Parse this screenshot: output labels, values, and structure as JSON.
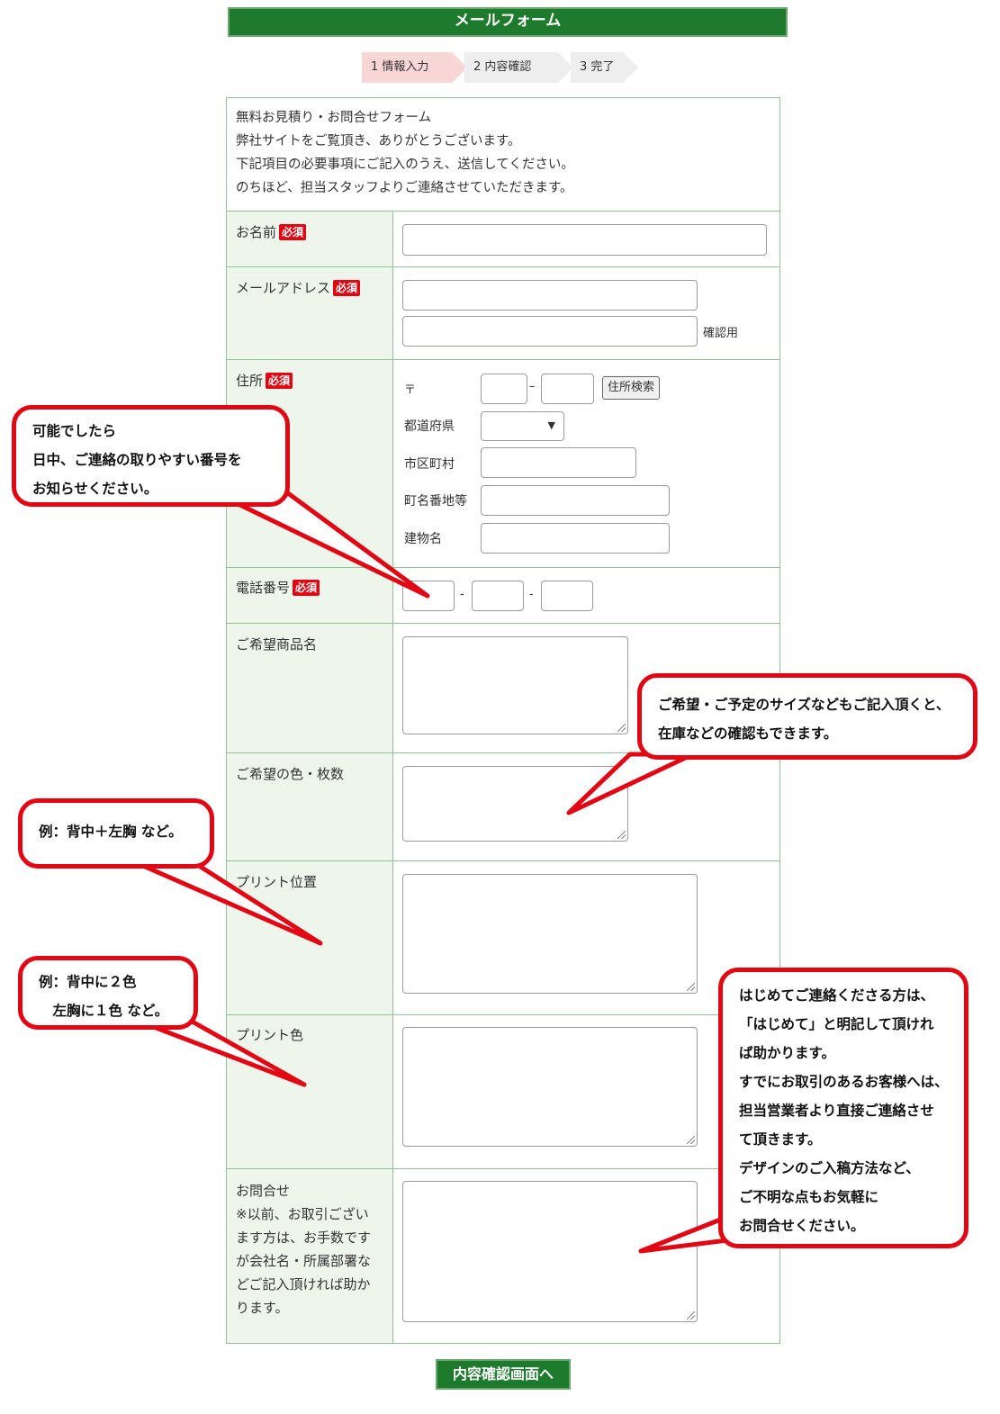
{
  "header": {
    "title": "メールフォーム"
  },
  "steps": [
    "1 情報入力",
    "2 内容確認",
    "3 完了"
  ],
  "intro": [
    "無料お見積り・お問合せフォーム",
    "弊社サイトをご覧頂き、ありがとうございます。",
    "下記項目の必要事項にご記入のうえ、送信してください。",
    "のちほど、担当スタッフよりご連絡させていただきます。"
  ],
  "required_badge": "必須",
  "fields": {
    "name": "お名前",
    "email": "メールアドレス",
    "email_confirm_note": "確認用",
    "address": "住所",
    "postal_mark": "〒",
    "postal_dash": "–",
    "postal_search_button": "住所検索",
    "prefecture": "都道府県",
    "prefecture_selected": "",
    "city": "市区町村",
    "street": "町名番地等",
    "building": "建物名",
    "phone": "電話番号",
    "phone_sep": "-",
    "product": "ご希望商品名",
    "color_qty": "ご希望の色・枚数",
    "print_position": "プリント位置",
    "print_color": "プリント色",
    "inquiry": "お問合せ",
    "inquiry_note": [
      "※以前、お取引ござい",
      "ます方は、お手数です",
      "が会社名・所属部署な",
      "どご記入頂ければ助か",
      "ります。"
    ]
  },
  "callouts": {
    "phone": [
      "可能でしたら",
      "日中、ご連絡の取りやすい番号を",
      "お知らせください。"
    ],
    "size": [
      "ご希望・ご予定のサイズなどもご記入頂くと、",
      "在庫などの確認もできます。"
    ],
    "position": [
      "例：背中＋左胸 など。"
    ],
    "color": [
      "例：背中に２色",
      "　左胸に１色 など。"
    ],
    "inquiry": [
      "はじめてご連絡くださる方は、",
      "「はじめて」と明記して頂けれ",
      "ば助かります。",
      "すでにお取引のあるお客様へは、",
      "担当営業者より直接ご連絡させ",
      "て頂きます。",
      "デザインのご入稿方法など、",
      "ご不明な点もお気軽に",
      "お問合せください。"
    ]
  },
  "submit_label": "内容確認画面へ",
  "colors": {
    "header_green": "#1e7a2c",
    "border_green": "#8fc494",
    "label_bg": "#eef6ec",
    "required_red": "#e30613",
    "callout_red": "#e30613"
  }
}
